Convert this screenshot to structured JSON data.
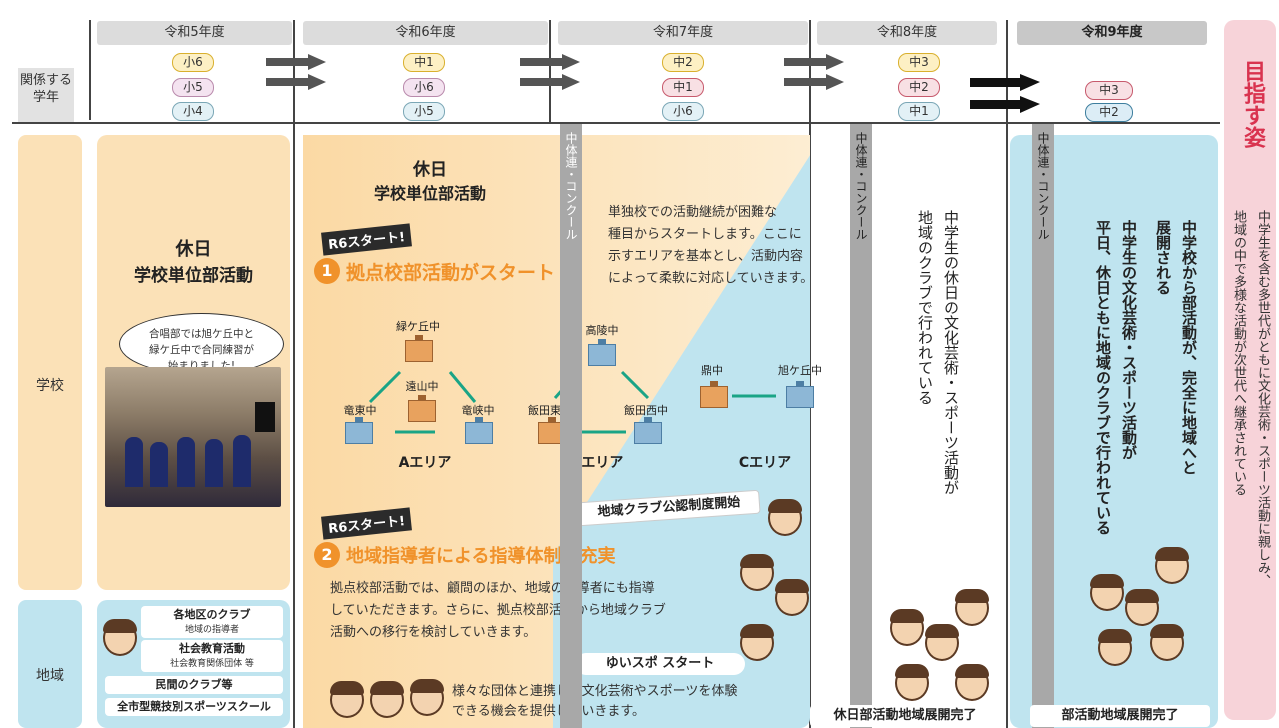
{
  "header": {
    "row_label": "関係する\n学年",
    "years": [
      "令和5年度",
      "令和6年度",
      "令和7年度",
      "令和8年度",
      "令和9年度"
    ]
  },
  "grades": {
    "r5": [
      "小6",
      "小5",
      "小4"
    ],
    "r6": [
      "中1",
      "小6",
      "小5"
    ],
    "r7": [
      "中2",
      "中1",
      "小6"
    ],
    "r8": [
      "中3",
      "中2",
      "中1"
    ],
    "r9": [
      "中3",
      "中2"
    ]
  },
  "side_labels": {
    "school": "学校",
    "region": "地域"
  },
  "r5_panel": {
    "title_line1": "休日",
    "title_line2": "学校単位部活動",
    "bubble": "合唱部では旭ケ丘中と\n緑ケ丘中で合同練習が\n始まりました!"
  },
  "r6_panel": {
    "title_line1": "休日",
    "title_line2": "学校単位部活動",
    "tag1": "R6スタート!",
    "step1_num": "1",
    "step1_title": "拠点校部活動がスタート",
    "step1_desc": "単独校での活動継続が困難な\n種目からスタートします。ここに\n示すエリアを基本とし、活動内容\nによって柔軟に対応していきます。",
    "tag2": "R6スタート!",
    "step2_num": "2",
    "step2_title": "地域指導者による指導体制の充実",
    "step2_desc": "拠点校部活動では、顧問のほか、地域の指導者にも指導\nしていただきます。さらに、拠点校部活動から地域クラブ\n活動への移行を検討していきます。",
    "club_start": "地域クラブ公認制度開始",
    "yuispo": "ゆいスポ スタート",
    "yuispo_desc": "様々な団体と連携して文化芸術やスポーツを体験\nできる機会を提供していきます。"
  },
  "areas": {
    "a": {
      "label": "Aエリア",
      "schools": [
        "緑ケ丘中",
        "遠山中",
        "竜東中",
        "竜峡中"
      ]
    },
    "b": {
      "label": "Bエリア",
      "schools": [
        "高陵中",
        "飯田東中",
        "飯田西中"
      ]
    },
    "c": {
      "label": "Cエリア",
      "schools": [
        "鼎中",
        "旭ケ丘中"
      ]
    }
  },
  "region_items": [
    "各地区のクラブ",
    "地域の指導者",
    "社会教育活動",
    "社会教育関係団体 等",
    "民間のクラブ等",
    "全市型競技別スポーツスクール"
  ],
  "bars": {
    "chutairen": "中体連・コンクール"
  },
  "r8_panel": {
    "text": "中学生の休日の文化芸術・スポーツ活動が\n地域のクラブで行われている",
    "footer": "休日部活動地域展開完了"
  },
  "r9_panel": {
    "text1": "中学校から部活動が、完全に地域へと\n展開される",
    "text2": "中学生の文化芸術・スポーツ活動が\n平日、休日ともに地域のクラブで行われている",
    "footer": "部活動地域展開完了"
  },
  "goal": {
    "title": "目指す姿",
    "text": "中学生を含む多世代がともに文化芸術・スポーツ活動に親しみ、\n地域の中で多様な活動が次世代へ継承されている"
  },
  "colors": {
    "orange_panel": "#fbe1b7",
    "blue_panel": "#bfe4ef",
    "accent_orange": "#f0922b",
    "goal_pink": "#f7d3d9",
    "goal_red": "#d9334f"
  }
}
